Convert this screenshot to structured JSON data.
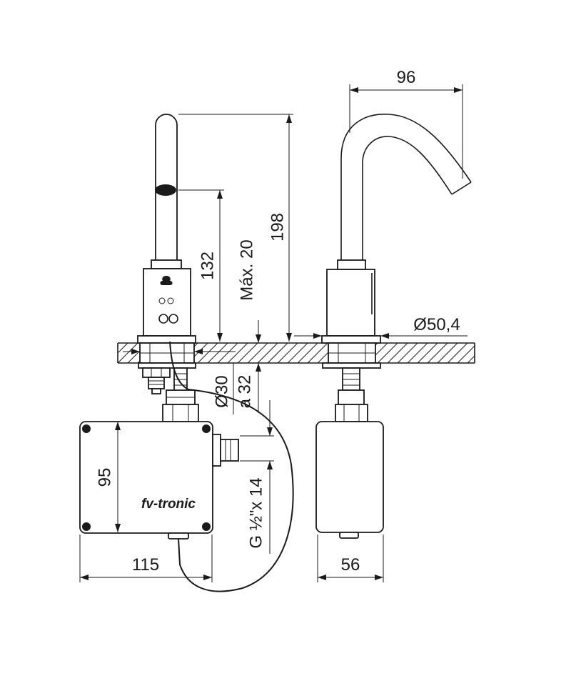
{
  "dimensions": {
    "spout_reach": "96",
    "total_height": "198",
    "sensor_height": "132",
    "max_thickness": "Máx. 20",
    "base_diameter": "Ø50,4",
    "hole_diameter": "Ø30",
    "hole_range": "a 32",
    "box_height": "95",
    "thread": "G ½\"x 14",
    "box_width": "115",
    "box_depth": "56"
  },
  "logo": {
    "text": "fv-tronic"
  }
}
